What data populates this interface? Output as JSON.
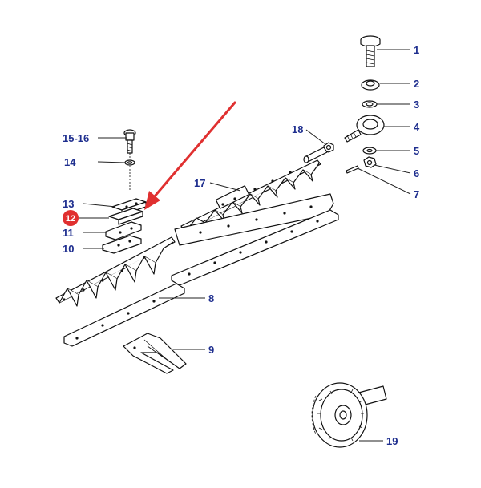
{
  "diagram": {
    "callouts": [
      {
        "id": "c1",
        "label": "1"
      },
      {
        "id": "c2",
        "label": "2"
      },
      {
        "id": "c3",
        "label": "3"
      },
      {
        "id": "c4",
        "label": "4"
      },
      {
        "id": "c5",
        "label": "5"
      },
      {
        "id": "c6",
        "label": "6"
      },
      {
        "id": "c7",
        "label": "7"
      },
      {
        "id": "c8",
        "label": "8"
      },
      {
        "id": "c9",
        "label": "9"
      },
      {
        "id": "c10",
        "label": "10"
      },
      {
        "id": "c11",
        "label": "11"
      },
      {
        "id": "c12",
        "label": "12"
      },
      {
        "id": "c13",
        "label": "13"
      },
      {
        "id": "c14",
        "label": "14"
      },
      {
        "id": "c1516",
        "label": "15-16"
      },
      {
        "id": "c17",
        "label": "17"
      },
      {
        "id": "c18",
        "label": "18"
      },
      {
        "id": "c19",
        "label": "19"
      }
    ],
    "highlight_label": "12",
    "colors": {
      "callout_text": "#1f2f8f",
      "highlight_badge": "#e03030",
      "arrow": "#e03030",
      "line_art": "#111111"
    }
  }
}
